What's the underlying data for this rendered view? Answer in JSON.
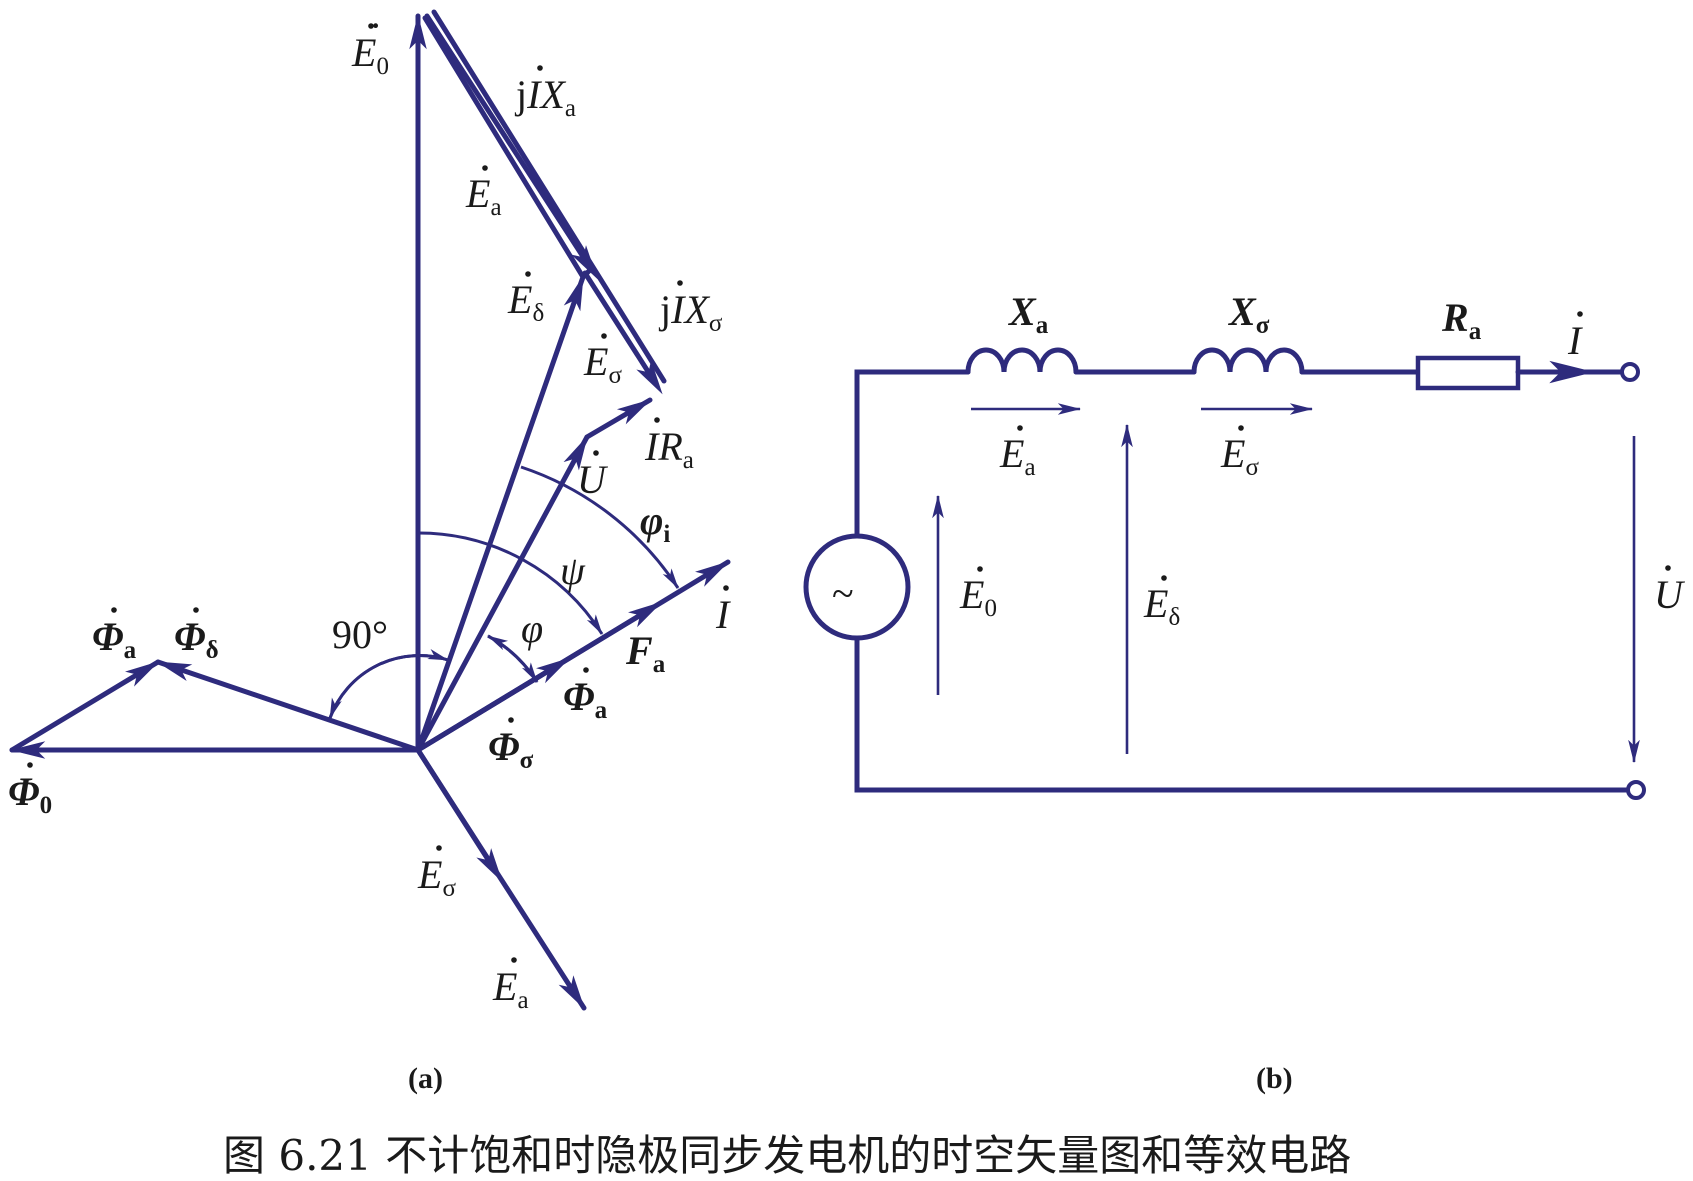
{
  "diagram_a": {
    "vectors": {
      "E0": {
        "base": "E",
        "sub": "0"
      },
      "jIXa": {
        "prefix": "j",
        "base": "I",
        "mid": "X",
        "sub": "a"
      },
      "Ea_top": {
        "base": "E",
        "sub": "a"
      },
      "Edelta": {
        "base": "E",
        "sub": "δ"
      },
      "jIXsigma": {
        "prefix": "j",
        "base": "I",
        "mid": "X",
        "sub": "σ"
      },
      "Esigma_top": {
        "base": "E",
        "sub": "σ"
      },
      "IRa": {
        "base": "I",
        "mid": "R",
        "sub": "a"
      },
      "U": {
        "base": "U"
      },
      "I": {
        "base": "I"
      },
      "Fa": {
        "base": "F",
        "sub": "a"
      },
      "Phia_bottom": {
        "base": "Φ",
        "sub": "a"
      },
      "Phisigma": {
        "base": "Φ",
        "sub": "σ"
      },
      "Phia_left": {
        "base": "Φ",
        "sub": "a"
      },
      "Phidelta": {
        "base": "Φ",
        "sub": "δ"
      },
      "Phi0": {
        "base": "Φ",
        "sub": "0"
      },
      "Esigma_bottom": {
        "base": "E",
        "sub": "σ"
      },
      "Ea_bottom": {
        "base": "E",
        "sub": "a"
      }
    },
    "angles": {
      "phi_i": {
        "base": "φ",
        "sub": "i"
      },
      "psi": "ψ",
      "phi": "φ",
      "right_angle": "90°"
    },
    "caption": "(a)"
  },
  "diagram_b": {
    "components": {
      "Xa": {
        "base": "X",
        "sub": "a"
      },
      "Xsigma": {
        "base": "X",
        "sub": "σ"
      },
      "Ra": {
        "base": "R",
        "sub": "a"
      },
      "I": {
        "base": "I"
      },
      "source_symbol": "~"
    },
    "emfs": {
      "Ea": {
        "base": "E",
        "sub": "a"
      },
      "Esigma": {
        "base": "E",
        "sub": "σ"
      },
      "E0": {
        "base": "E",
        "sub": "0"
      },
      "Edelta": {
        "base": "E",
        "sub": "δ"
      },
      "U": {
        "base": "U"
      }
    },
    "caption": "(b)"
  },
  "figure_title": "图 6.21  不计饱和时隐极同步发电机的时空矢量图和等效电路",
  "colors": {
    "line": "#2e2b7d",
    "text": "#1a1a1a",
    "background": "#ffffff"
  }
}
